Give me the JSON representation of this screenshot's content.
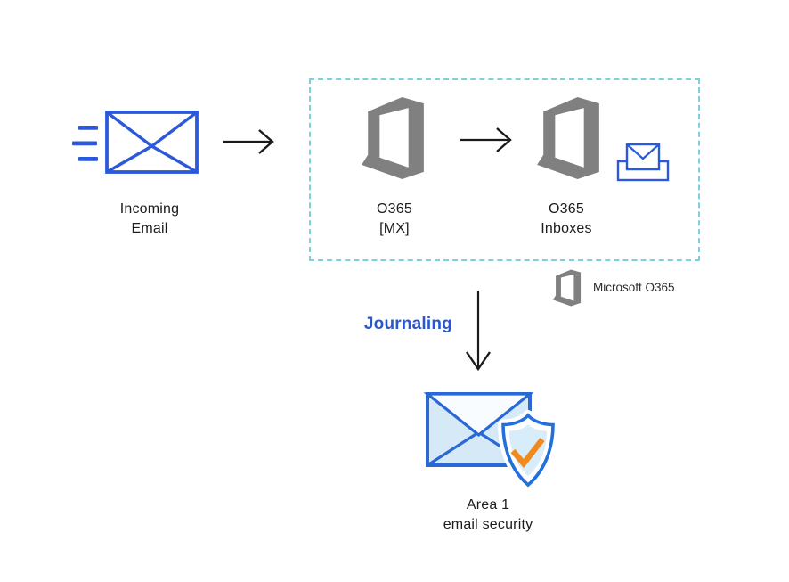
{
  "diagram": {
    "nodes": {
      "incoming_email": {
        "line1": "Incoming",
        "line2": "Email"
      },
      "o365_mx": {
        "line1": "O365",
        "line2": "[MX]"
      },
      "o365_inboxes": {
        "line1": "O365",
        "line2": "Inboxes"
      },
      "area1": {
        "line1": "Area 1",
        "line2": "email security"
      }
    },
    "flows": {
      "journaling_label": "Journaling"
    },
    "legend": {
      "label": "Microsoft O365"
    },
    "icons": {
      "incoming_email": "envelope-with-speed-lines",
      "o365_logo": "office-365-logo",
      "inboxes": "envelope-in-inbox-tray",
      "area1": "envelope-with-shield-checkmark"
    },
    "colors": {
      "icon_blue": "#2B59D9",
      "journaling_text": "#2857CE",
      "boundary_dashed_border": "#7FD0DD",
      "office_logo_gray": "#808080",
      "label_text": "#1C1C1C",
      "arrow_black": "#1A1A1A",
      "area1_envelope_fill": "#D6E9F7",
      "area1_flap_fill": "#F9FCFE",
      "area1_envelope_stroke": "#2968D6",
      "shield_stroke": "#2170DD",
      "shield_inner_fill": "#D9ECF9",
      "checkmark_orange": "#F18A1E"
    }
  }
}
